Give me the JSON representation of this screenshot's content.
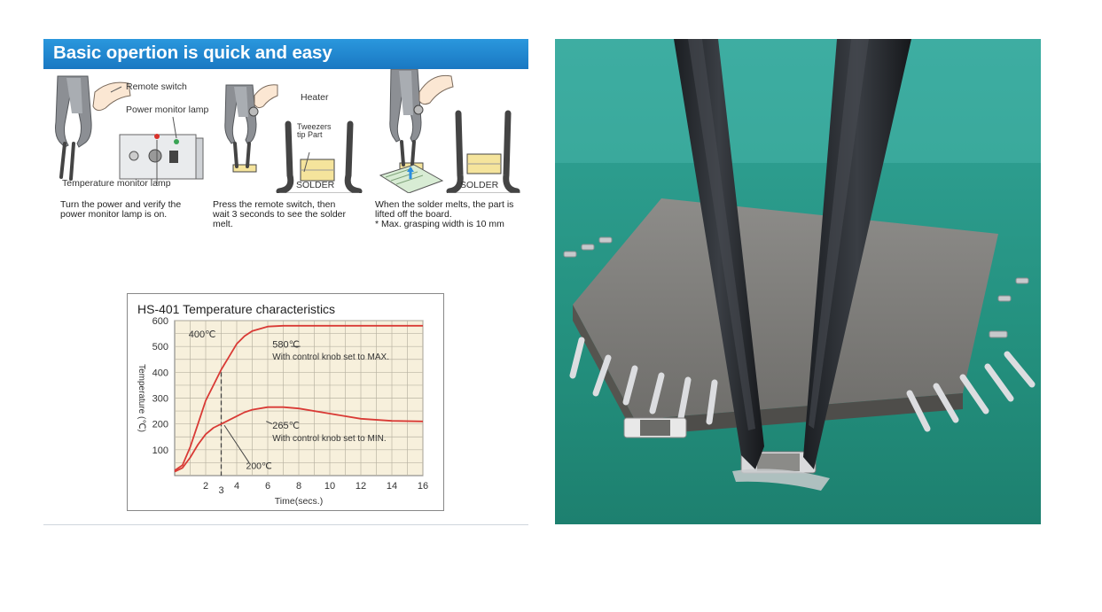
{
  "banner": {
    "title": "Basic opertion is quick and easy"
  },
  "step1": {
    "remote_switch": "Remote switch",
    "power_lamp": "Power monitor lamp",
    "temp_lamp": "Temperature monitor lamp",
    "desc": [
      "Turn the power and verify the",
      "power monitor lamp is on."
    ]
  },
  "step2": {
    "heater": "Heater",
    "tip_line1": "Tweezers",
    "tip_line2": "tip Part",
    "solder": "SOLDER",
    "desc": [
      "Press the remote switch, then",
      "wait 3 seconds to see the solder",
      "melt."
    ]
  },
  "step3": {
    "solder": "SOLDER",
    "desc": [
      "When the solder melts, the part is",
      "lifted off the board.",
      "* Max. grasping width is 10 mm"
    ]
  },
  "chart_data": {
    "type": "line",
    "title": "HS-401 Temperature characteristics",
    "xlabel": "Time(secs.)",
    "ylabel": "Temperature (℃)",
    "xlim": [
      0,
      16
    ],
    "ylim": [
      0,
      600
    ],
    "x_ticks": [
      2,
      4,
      6,
      8,
      10,
      12,
      14,
      16
    ],
    "extra_x_tick": "3",
    "y_ticks": [
      100,
      200,
      300,
      400,
      500,
      600
    ],
    "grid": true,
    "marker_x": 3,
    "series": [
      {
        "x": [
          0,
          0.5,
          1,
          1.5,
          2,
          2.5,
          3,
          3.5,
          4,
          4.5,
          5,
          6,
          7,
          8,
          10,
          12,
          14,
          16
        ],
        "y": [
          20,
          40,
          110,
          200,
          290,
          350,
          410,
          460,
          510,
          540,
          560,
          577,
          580,
          580,
          580,
          580,
          580,
          580
        ],
        "color": "#d93a35"
      },
      {
        "x": [
          0,
          0.5,
          1,
          1.5,
          2,
          2.5,
          3,
          3.5,
          4,
          4.5,
          5,
          6,
          7,
          8,
          10,
          12,
          14,
          16
        ],
        "y": [
          15,
          30,
          70,
          120,
          160,
          185,
          200,
          215,
          230,
          245,
          255,
          265,
          265,
          260,
          240,
          220,
          212,
          210
        ],
        "color": "#d93a35"
      }
    ],
    "annotations": {
      "a400": "400℃",
      "a580": "580℃",
      "a580_note": "With control knob set to MAX.",
      "a265": "265℃",
      "a265_note": "With control knob set to MIN.",
      "a200": "200℃"
    }
  },
  "colors": {
    "banner": "#1e86cf",
    "curve": "#d93a35",
    "plot_bg": "#f7f0dc",
    "grid": "#b9b4a3",
    "solder": "#f5e49c"
  }
}
